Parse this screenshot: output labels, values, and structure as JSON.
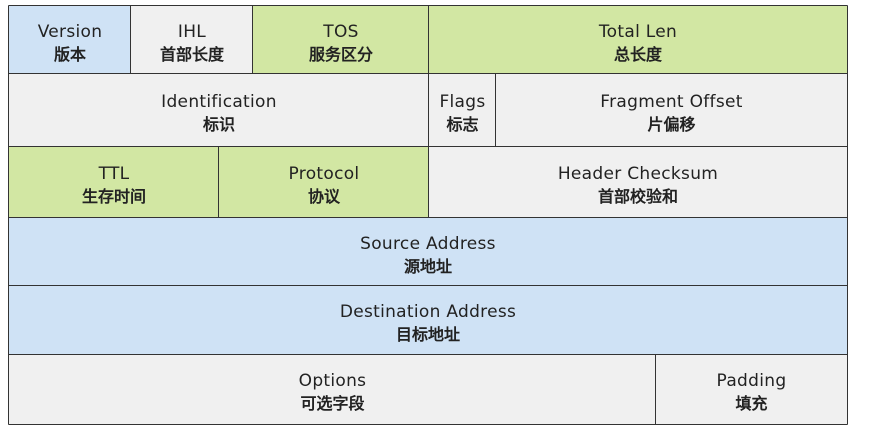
{
  "colors": {
    "blue": "#cfe2f5",
    "green": "#d2e7a3",
    "gray": "#f0f0f0",
    "border": "#333333"
  },
  "fields": {
    "version": {
      "en": "Version",
      "zh": "版本"
    },
    "ihl": {
      "en": "IHL",
      "zh": "首部长度"
    },
    "tos": {
      "en": "TOS",
      "zh": "服务区分"
    },
    "totallen": {
      "en": "Total Len",
      "zh": "总长度"
    },
    "ident": {
      "en": "Identification",
      "zh": "标识"
    },
    "flags": {
      "en": "Flags",
      "zh": "标志"
    },
    "fragoff": {
      "en": "Fragment Offset",
      "zh": "片偏移"
    },
    "ttl": {
      "en": "TTL",
      "zh": "生存时间"
    },
    "protocol": {
      "en": "Protocol",
      "zh": "协议"
    },
    "checksum": {
      "en": "Header Checksum",
      "zh": "首部校验和"
    },
    "src": {
      "en": "Source Address",
      "zh": "源地址"
    },
    "dst": {
      "en": "Destination Address",
      "zh": "目标地址"
    },
    "options": {
      "en": "Options",
      "zh": "可选字段"
    },
    "padding": {
      "en": "Padding",
      "zh": "填充"
    }
  }
}
